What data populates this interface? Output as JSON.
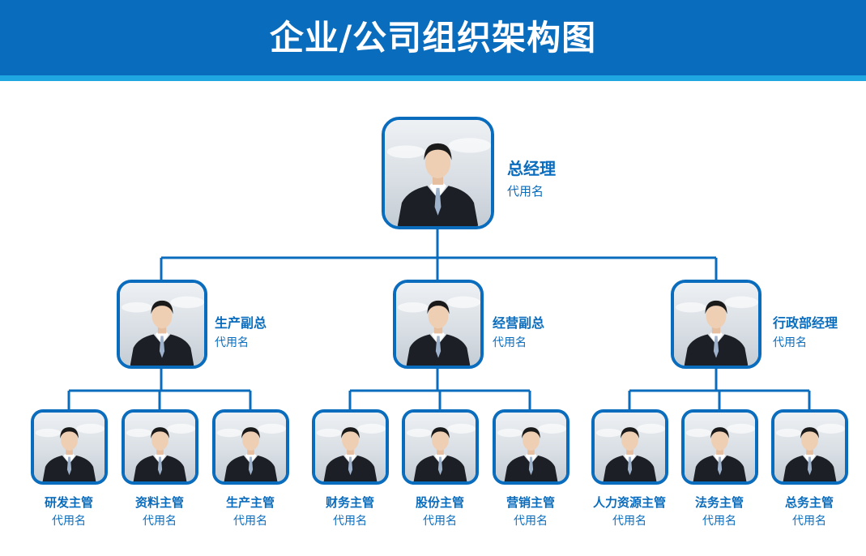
{
  "header": {
    "title": "企业/公司组织架构图"
  },
  "colors": {
    "primary": "#0a6cbd",
    "accent_stripe": "#1ea7e1",
    "background": "#ffffff"
  },
  "chart": {
    "ceo": {
      "role": "总经理",
      "name": "代用名",
      "icon": "person-photo"
    },
    "vps": [
      {
        "role": "生产副总",
        "name": "代用名",
        "reports": [
          {
            "role": "研发主管",
            "name": "代用名"
          },
          {
            "role": "资料主管",
            "name": "代用名"
          },
          {
            "role": "生产主管",
            "name": "代用名"
          }
        ]
      },
      {
        "role": "经营副总",
        "name": "代用名",
        "reports": [
          {
            "role": "财务主管",
            "name": "代用名"
          },
          {
            "role": "股份主管",
            "name": "代用名"
          },
          {
            "role": "营销主管",
            "name": "代用名"
          }
        ]
      },
      {
        "role": "行政部经理",
        "name": "代用名",
        "reports": [
          {
            "role": "人力资源主管",
            "name": "代用名"
          },
          {
            "role": "法务主管",
            "name": "代用名"
          },
          {
            "role": "总务主管",
            "name": "代用名"
          }
        ]
      }
    ]
  }
}
